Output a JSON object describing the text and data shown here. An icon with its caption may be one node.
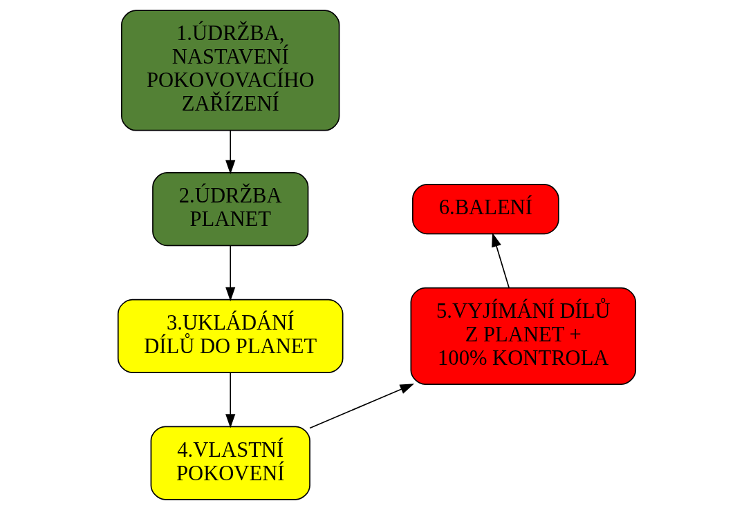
{
  "diagram": {
    "nodes": [
      {
        "text": [
          "1.ÚDRŽBA, NASTAVENÍ POKOVOVACÍHO ZAŘÍZENÍ"
        ]
      },
      {
        "text": [
          "2.ÚDRŽBA PLANET"
        ]
      },
      {
        "text": [
          "3.UKLÁDÁNÍ DÍLŮ DO PLANET"
        ]
      },
      {
        "text": [
          "4.VLASTNÍ POKOVENÍ"
        ]
      },
      {
        "text": [
          "5.VYJÍMÁNÍ DÍLŮ Z PLANET + 100% KONTROLA"
        ]
      },
      {
        "text": [
          "6.BALENÍ"
        ]
      }
    ],
    "edges": [
      {
        "from": 0,
        "to": 1,
        "arrow": "to"
      },
      {
        "from": 1,
        "to": 2,
        "arrow": "to"
      },
      {
        "from": 2,
        "to": 3,
        "arrow": "to"
      },
      {
        "from": 3,
        "to": 4,
        "arrow": "to"
      },
      {
        "from": 4,
        "to": 5,
        "arrow": "to"
      }
    ]
  }
}
